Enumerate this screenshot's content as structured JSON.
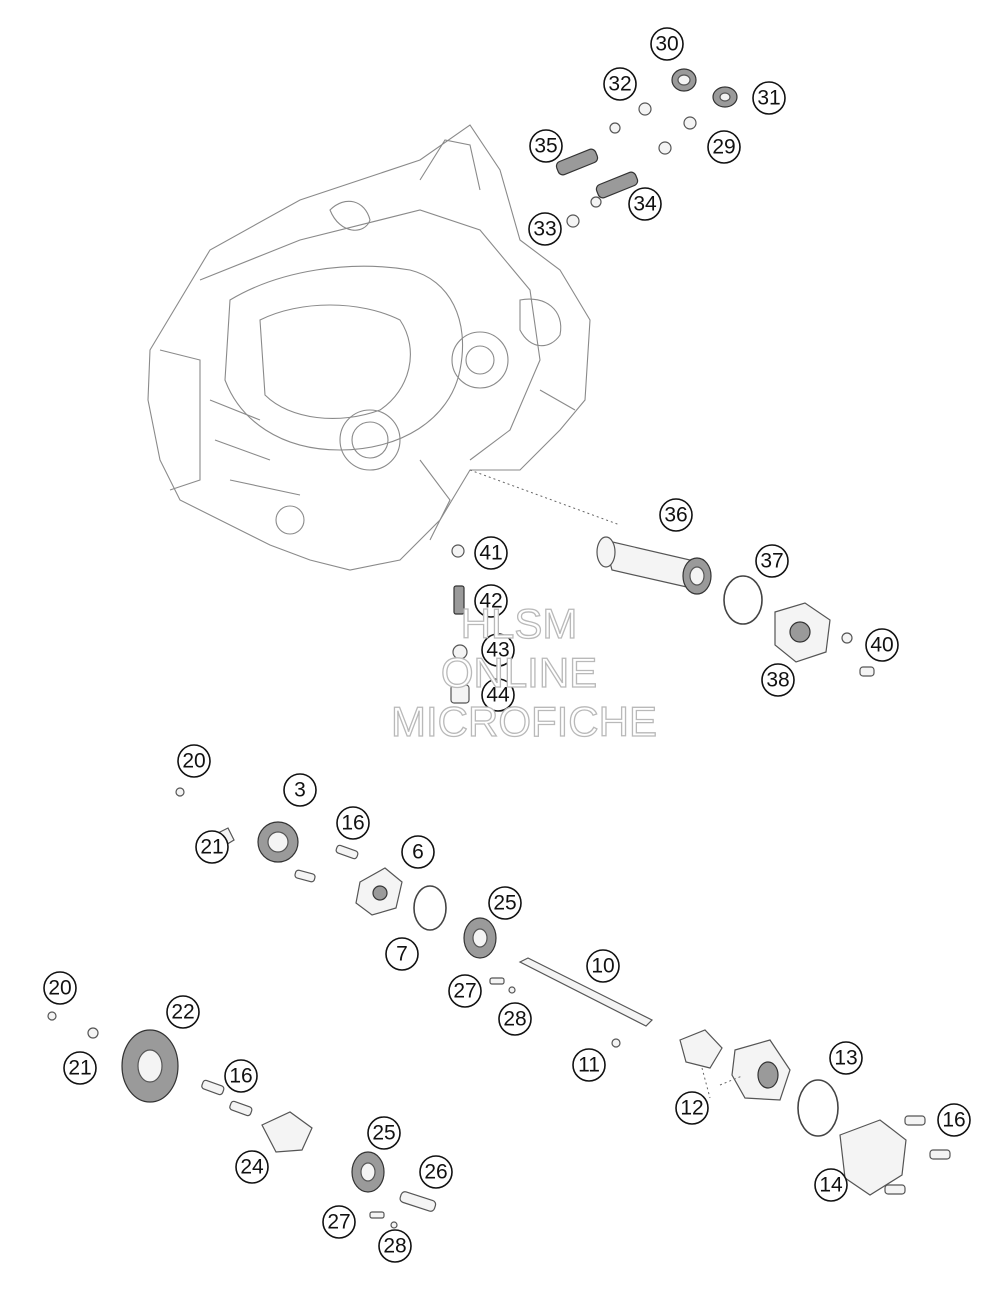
{
  "watermark": {
    "line1": "HLSM",
    "line2": "ONLINE",
    "line3": "MICROFICHE"
  },
  "callouts": {
    "n30": "30",
    "n32": "32",
    "n31": "31",
    "n35": "35",
    "n29": "29",
    "n33": "33",
    "n34": "34",
    "n36": "36",
    "n41": "41",
    "n37": "37",
    "n42": "42",
    "n40": "40",
    "n43": "43",
    "n38": "38",
    "n44": "44",
    "n20a": "20",
    "n3": "3",
    "n16a": "16",
    "n21a": "21",
    "n6": "6",
    "n25a": "25",
    "n7": "7",
    "n10": "10",
    "n27a": "27",
    "n28a": "28",
    "n20b": "20",
    "n22": "22",
    "n21b": "21",
    "n11": "11",
    "n13": "13",
    "n16b": "16",
    "n12": "12",
    "n16c": "16",
    "n25b": "25",
    "n24": "24",
    "n26": "26",
    "n14": "14",
    "n27b": "27",
    "n28b": "28"
  }
}
